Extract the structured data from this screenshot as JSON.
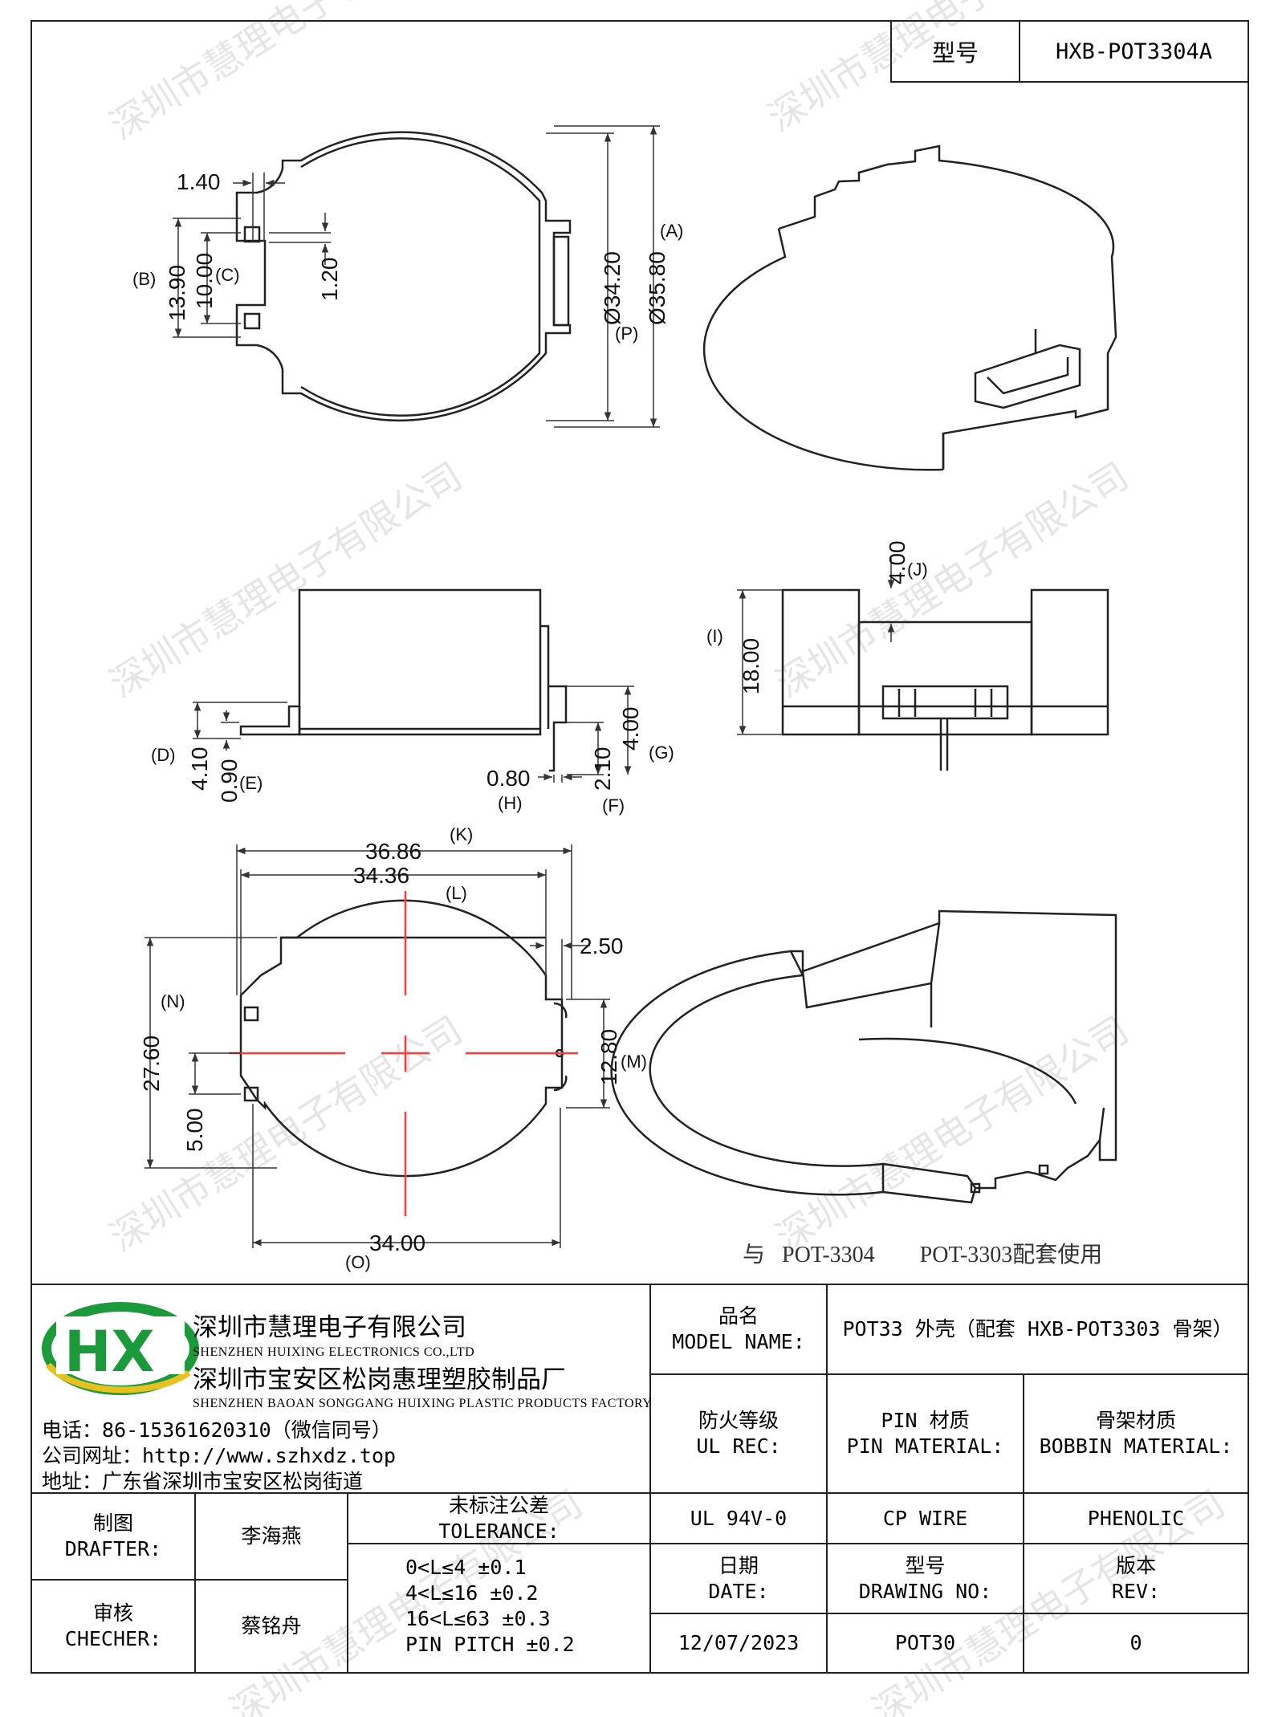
{
  "title_block": {
    "model_label": "型号",
    "model_value": "HXB-POT3304A",
    "company_cn": "深圳市慧理电子有限公司",
    "company_en": "SHENZHEN HUIXING ELECTRONICS CO.,LTD",
    "factory_cn": "深圳市宝安区松岗惠理塑胶制品厂",
    "factory_en": "SHENZHEN BAOAN SONGGANG HUIXING PLASTIC PRODUCTS FACTORY",
    "phone": "电话：86-15361620310（微信同号）",
    "website": "公司网址：http://www.szhxdz.top",
    "address": "地址：广东省深圳市宝安区松岗街道",
    "logo_text": "HX",
    "product_name_cn": "品名",
    "product_name_en": "MODEL NAME:",
    "product_value": "POT33 外壳（配套 HXB-POT3303 骨架）",
    "fire_rating_cn": "防火等级",
    "fire_rating_en": "UL REC:",
    "pin_material_cn": "PIN 材质",
    "pin_material_en": "PIN MATERIAL:",
    "bobbin_material_cn": "骨架材质",
    "bobbin_material_en": "BOBBIN MATERIAL:",
    "fire_rating_value": "UL 94V-0",
    "pin_material_value": "CP WIRE",
    "bobbin_material_value": "PHENOLIC",
    "drafter_cn": "制图",
    "drafter_en": "DRAFTER:",
    "drafter_value": "李海燕",
    "checker_cn": "审核",
    "checker_en": "CHECHER:",
    "checker_value": "蔡铭舟",
    "tolerance_cn": "未标注公差",
    "tolerance_en": "TOLERANCE:",
    "tolerances": [
      "0<L≤4  ±0.1",
      "4<L≤16 ±0.2",
      "16<L≤63 ±0.3",
      "PIN PITCH ±0.2"
    ],
    "date_cn": "日期",
    "date_en": "DATE:",
    "drawing_no_cn": "型号",
    "drawing_no_en": "DRAWING NO:",
    "rev_cn": "版本",
    "rev_en": "REV:",
    "date_value": "12/07/2023",
    "drawing_no_value": "POT30",
    "rev_value": "0"
  },
  "drawing": {
    "watermark": "深圳市慧理电子有限公司",
    "top_view_dims": {
      "d140": "1.40",
      "d120": "1.20",
      "d1390": "13.90",
      "d1000": "10.00",
      "B": "(B)",
      "C": "(C)",
      "d3420": "Ø34.20",
      "P": "(P)",
      "d3580": "Ø35.80",
      "A": "(A)"
    },
    "side_view_dims": {
      "d410": "4.10",
      "D": "(D)",
      "d090": "0.90",
      "E": "(E)",
      "d080": "0.80",
      "H": "(H)",
      "d210": "2.10",
      "F": "(F)",
      "d400": "4.00",
      "G": "(G)"
    },
    "front_view_dims": {
      "d400": "4.00",
      "J": "(J)",
      "d1800": "18.00",
      "I": "(I)"
    },
    "bottom_view_dims": {
      "d3686": "36.86",
      "K": "(K)",
      "d3436": "34.36",
      "L": "(L)",
      "d250": "2.50",
      "d2760": "27.60",
      "N": "(N)",
      "d1280": "12.80",
      "M": "(M)",
      "d500": "5.00",
      "d3400": "34.00",
      "O": "(O)"
    },
    "caption": "与   POT-3304        POT-3303配套使用",
    "colors": {
      "line": "#222222",
      "dim": "#333333",
      "center": "#ff3b3b",
      "watermark": "#d0d0d0",
      "logo_green": "#1a9a3b",
      "logo_yellow": "#e8c020"
    }
  }
}
